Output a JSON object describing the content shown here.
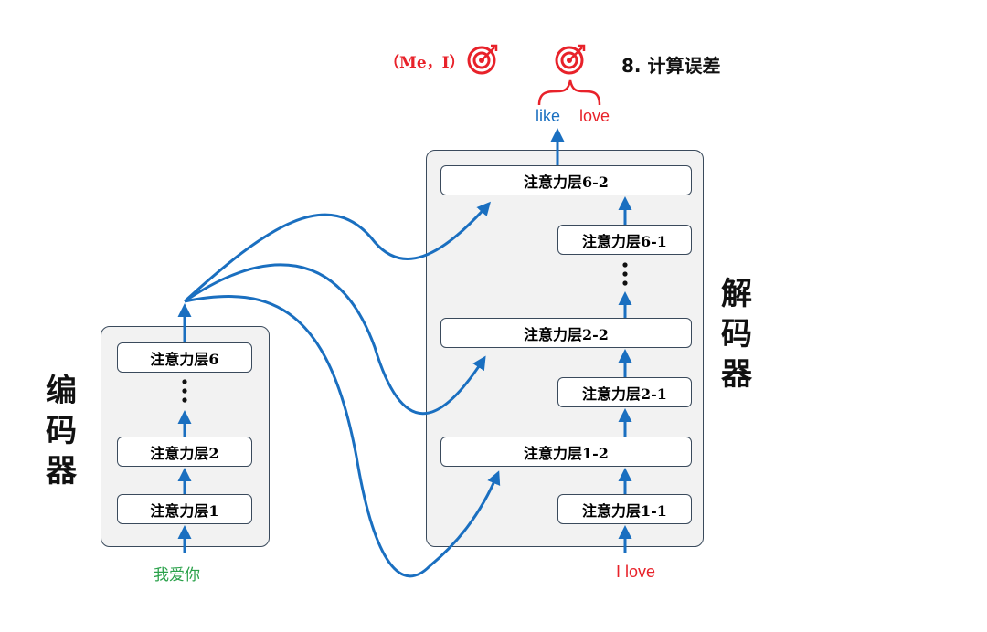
{
  "encoder": {
    "label_chars": [
      "编",
      "码",
      "器"
    ],
    "layers": [
      "注意力层1",
      "注意力层2",
      "注意力层6"
    ],
    "input": "我爱你"
  },
  "decoder": {
    "label_chars": [
      "解",
      "码",
      "器"
    ],
    "layers": [
      "注意力层1-1",
      "注意力层1-2",
      "注意力层2-1",
      "注意力层2-2",
      "注意力层6-1",
      "注意力层6-2"
    ],
    "input": "I love"
  },
  "output": {
    "predicted": "like",
    "target": "love",
    "pair": "（Me，I）",
    "step_title": "8. 计算误差"
  },
  "colors": {
    "arrow": "#1a6fc0",
    "predicted": "#1a6fc0",
    "target": "#e8222a",
    "encoder_input": "#2aa14a",
    "panel_bg": "#f2f2f2",
    "panel_border": "#3a4a5c"
  },
  "icons": [
    "target-icon",
    "target-icon"
  ]
}
